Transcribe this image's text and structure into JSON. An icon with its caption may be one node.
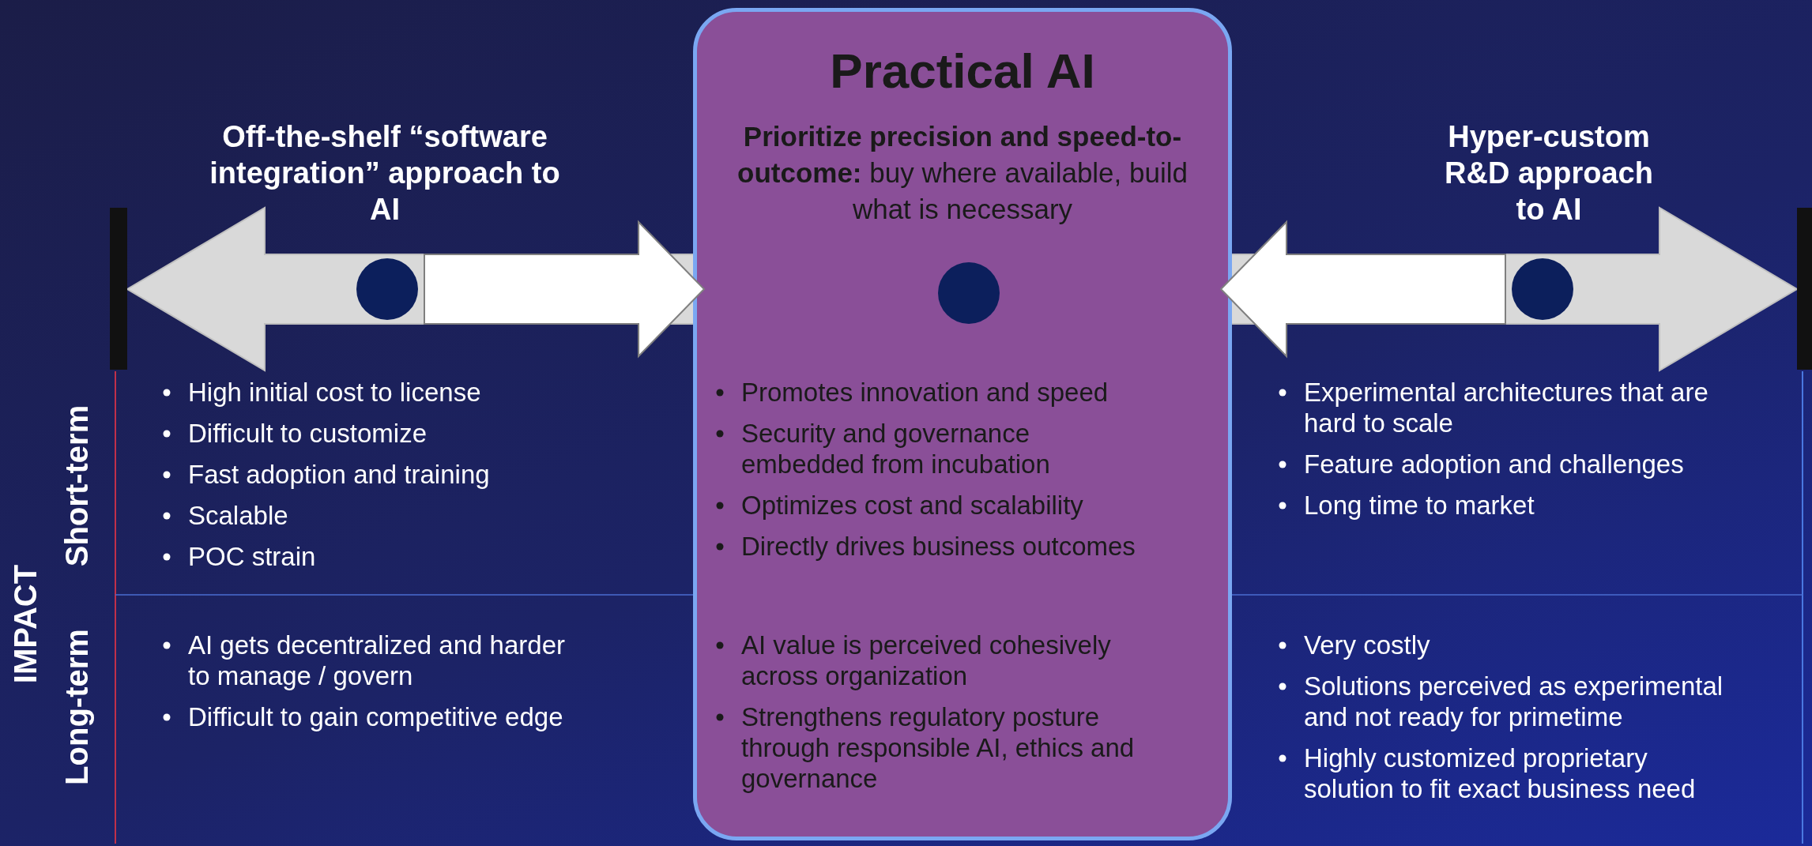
{
  "diagram": {
    "nodes": [
      {
        "text": [
          "Practical AI",
          "**Prioritize precision and speed-to-outcome:** buy where available, build what is necessary"
        ]
      },
      {
        "text": [],
        "shape": "circle"
      },
      {
        "text": [],
        "shape": "circle",
        "in": 0
      },
      {
        "text": [],
        "shape": "circle"
      }
    ],
    "edges": [
      {
        "from": 1,
        "to": 0,
        "arrow": "to"
      },
      {
        "from": 3,
        "to": 0,
        "arrow": "to"
      }
    ],
    "labels": [
      "Off-the-shelf “software integration” approach to AI",
      "Hyper-custom R&D approach to AI",
      "IMPACT",
      "Short-term",
      "High initial cost to license",
      "Difficult to customize",
      "Fast adoption and training",
      "Scalable",
      "POC strain",
      "Promotes innovation and speed",
      "Security and governance embedded from incubation",
      "Optimizes cost and scalability",
      "Directly drives business outcomes",
      "Experimental architectures that are hard to scale",
      "Feature adoption and challenges",
      "Long time to market",
      "Long-term",
      "AI gets decentralized and harder to manage / govern",
      "Difficult to gain competitive edge",
      "AI value is perceived cohesively across organization",
      "Strengthens regulatory posture through responsible AI, ethics and governance",
      "Very costly",
      "Solutions perceived as experimental and not ready for primetime",
      "Highly customized proprietary solution to fit exact business need"
    ]
  }
}
